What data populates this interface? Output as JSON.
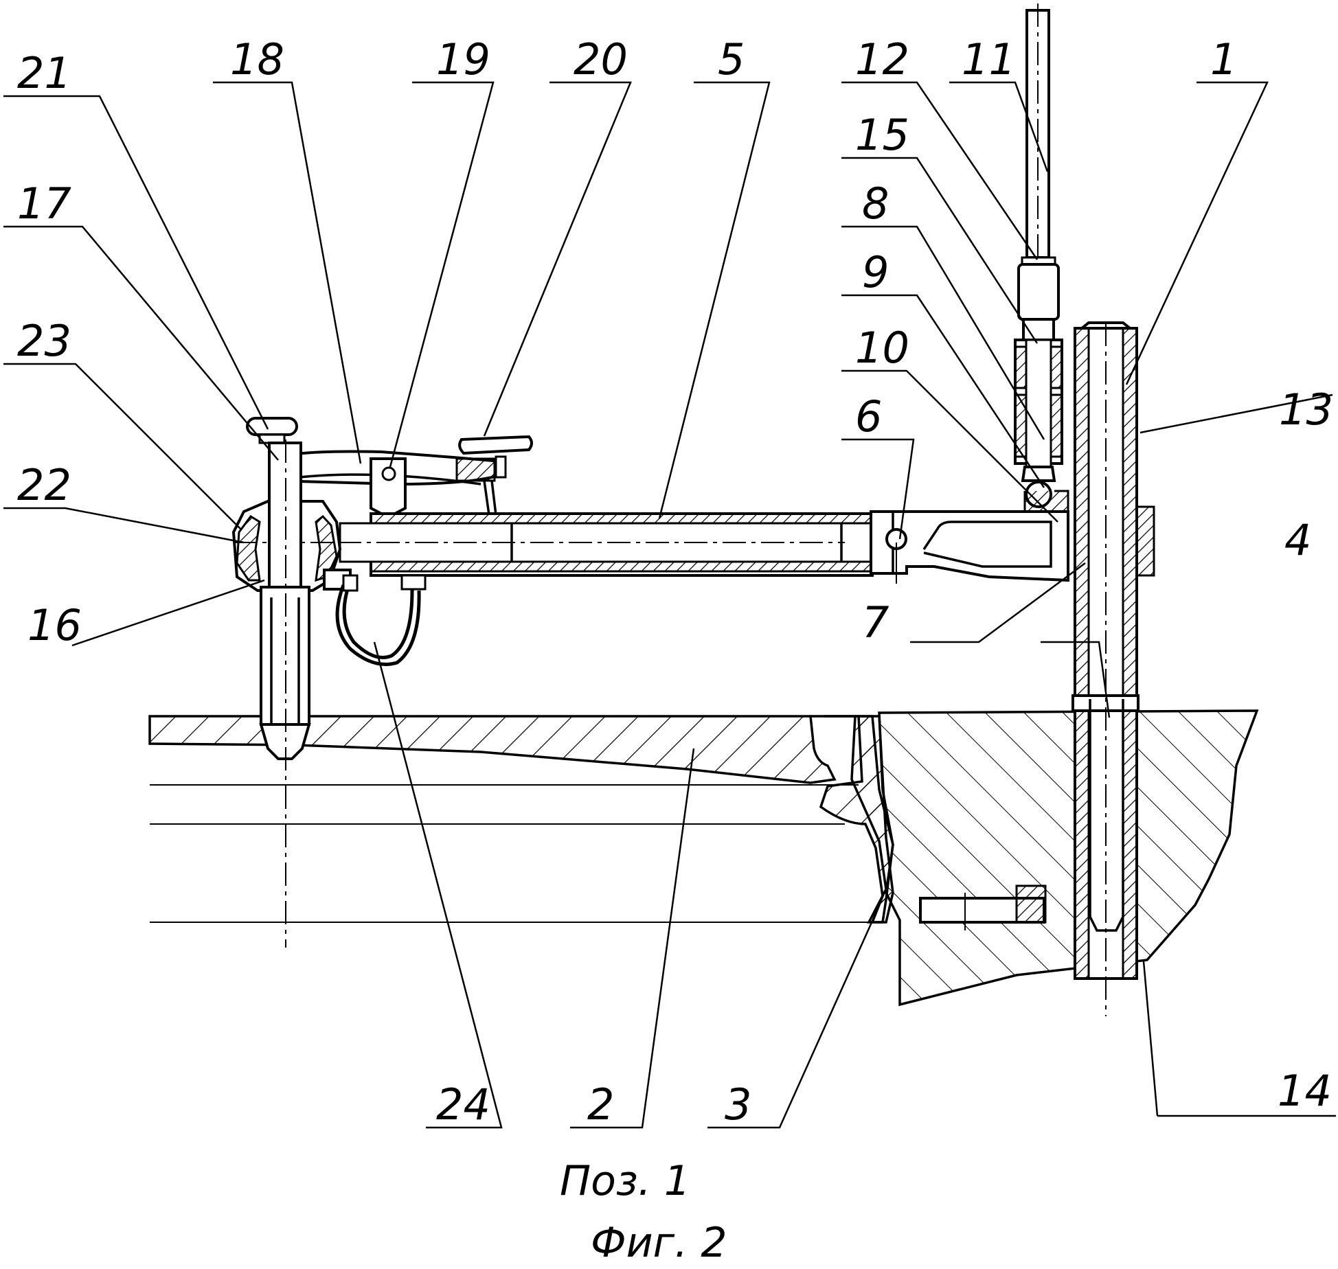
{
  "labels": {
    "n1": "1",
    "n2": "2",
    "n3": "3",
    "n4": "4",
    "n5": "5",
    "n6": "6",
    "n7": "7",
    "n8": "8",
    "n9": "9",
    "n10": "10",
    "n11": "11",
    "n12": "12",
    "n13": "13",
    "n14": "14",
    "n15": "15",
    "n16": "16",
    "n17": "17",
    "n18": "18",
    "n19": "19",
    "n20": "20",
    "n21": "21",
    "n22": "22",
    "n23": "23",
    "n24": "24"
  },
  "caption": {
    "position": "Поз.  1",
    "figure": "Фиг.  2"
  }
}
